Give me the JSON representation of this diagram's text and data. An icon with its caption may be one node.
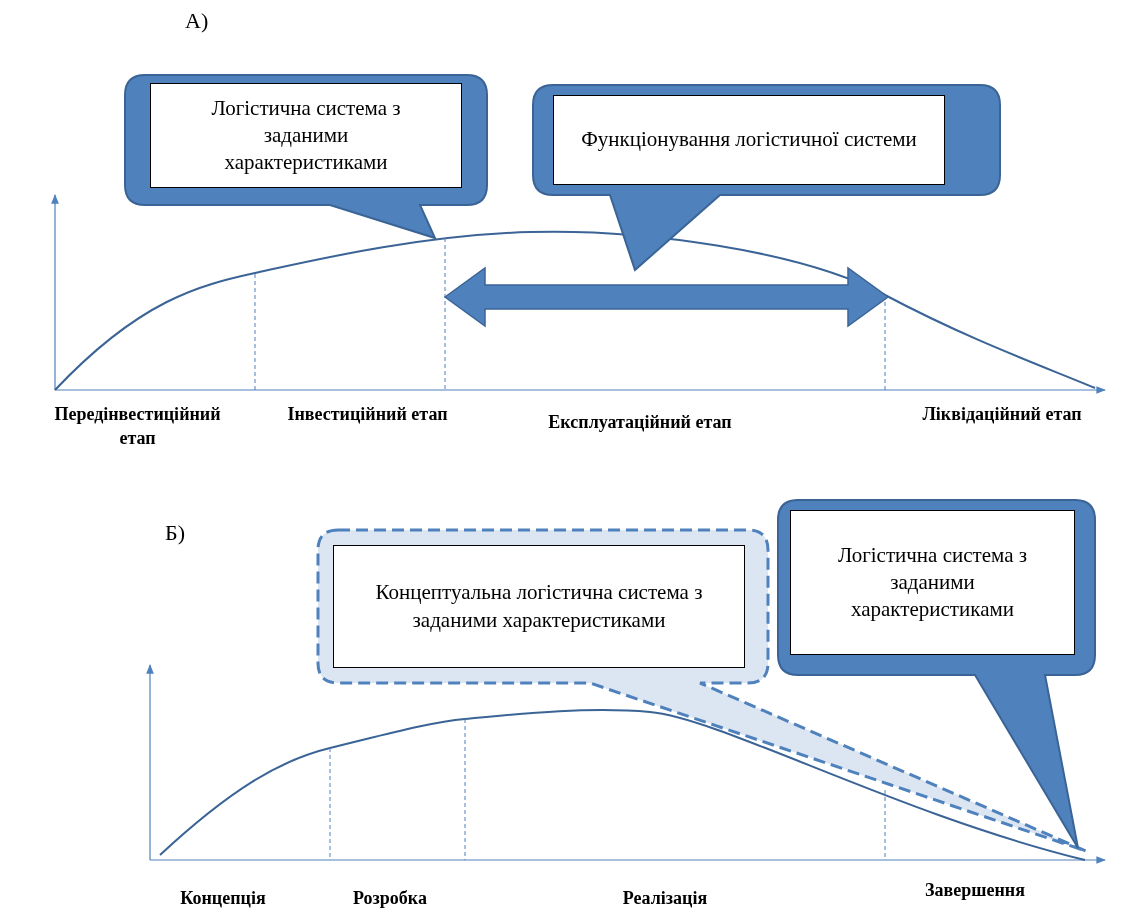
{
  "diagram": {
    "nodes": [
      {
        "text": [
          "Логістична система з заданими характеристиками"
        ]
      },
      {
        "text": [
          "Функціонування логістичної системи"
        ]
      },
      {
        "text": [
          "Концептуальна логістична система з заданими характеристиками"
        ]
      },
      {
        "text": [
          "Логістична система з заданими характеристиками"
        ]
      }
    ],
    "labels": [
      "А)",
      "Передінвестиційний етап",
      "Інвестиційний етап",
      "Експлуатаційний етап",
      "Ліквідаційний етап",
      "Б)",
      "Концепція",
      "Розробка",
      "Реалізація",
      "Завершення"
    ]
  }
}
